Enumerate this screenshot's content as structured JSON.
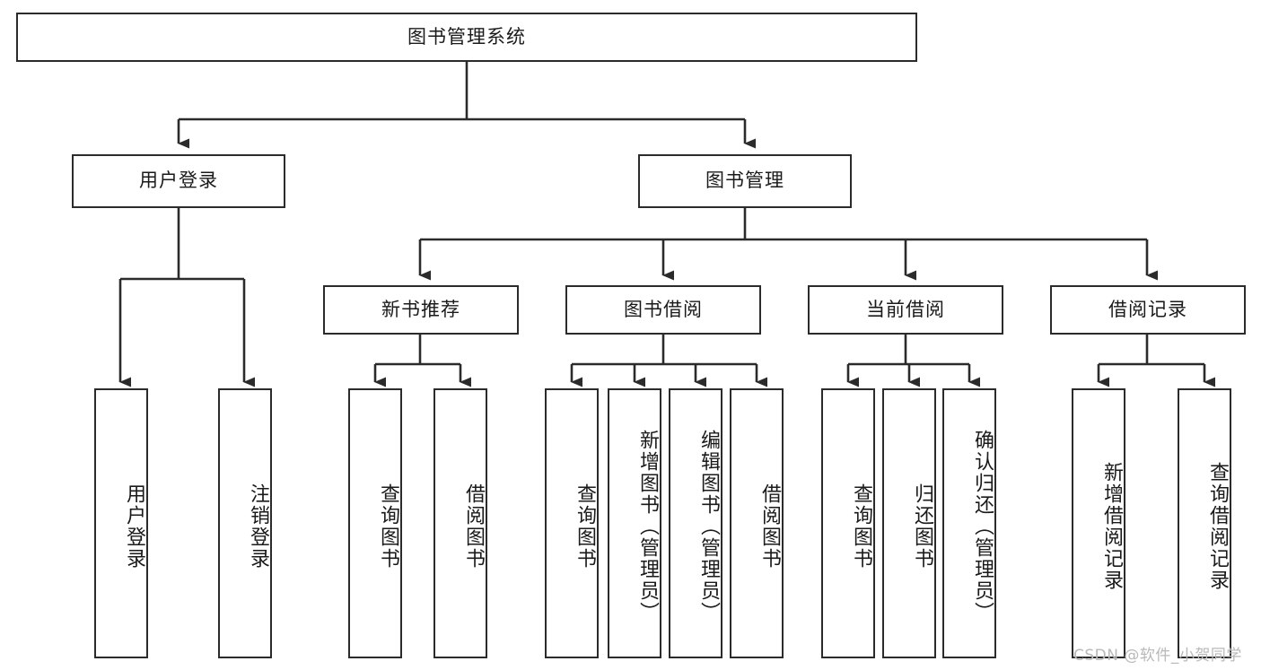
{
  "diagram": {
    "title": "图书管理系统",
    "type": "tree-hierarchy-chart",
    "root": {
      "label": "图书管理系统"
    },
    "level2": [
      {
        "label": "用户登录"
      },
      {
        "label": "图书管理"
      }
    ],
    "level3": [
      {
        "label": "新书推荐"
      },
      {
        "label": "图书借阅"
      },
      {
        "label": "当前借阅"
      },
      {
        "label": "借阅记录"
      }
    ],
    "leaves": [
      {
        "label": "用户登录"
      },
      {
        "label": "注销登录"
      },
      {
        "label": "查询图书"
      },
      {
        "label": "借阅图书"
      },
      {
        "label": "查询图书"
      },
      {
        "label": "新增图书（管理员）"
      },
      {
        "label": "编辑图书（管理员）"
      },
      {
        "label": "借阅图书"
      },
      {
        "label": "查询图书"
      },
      {
        "label": "归还图书"
      },
      {
        "label": "确认归还（管理员）"
      },
      {
        "label": "新增借阅记录"
      },
      {
        "label": "查询借阅记录"
      }
    ]
  },
  "watermark": {
    "text": "CSDN @软件_小贺同学"
  },
  "colors": {
    "stroke": "#2b2b2b",
    "background": "#ffffff",
    "text": "#1a1a1a",
    "watermark": "#b9b9b9"
  }
}
